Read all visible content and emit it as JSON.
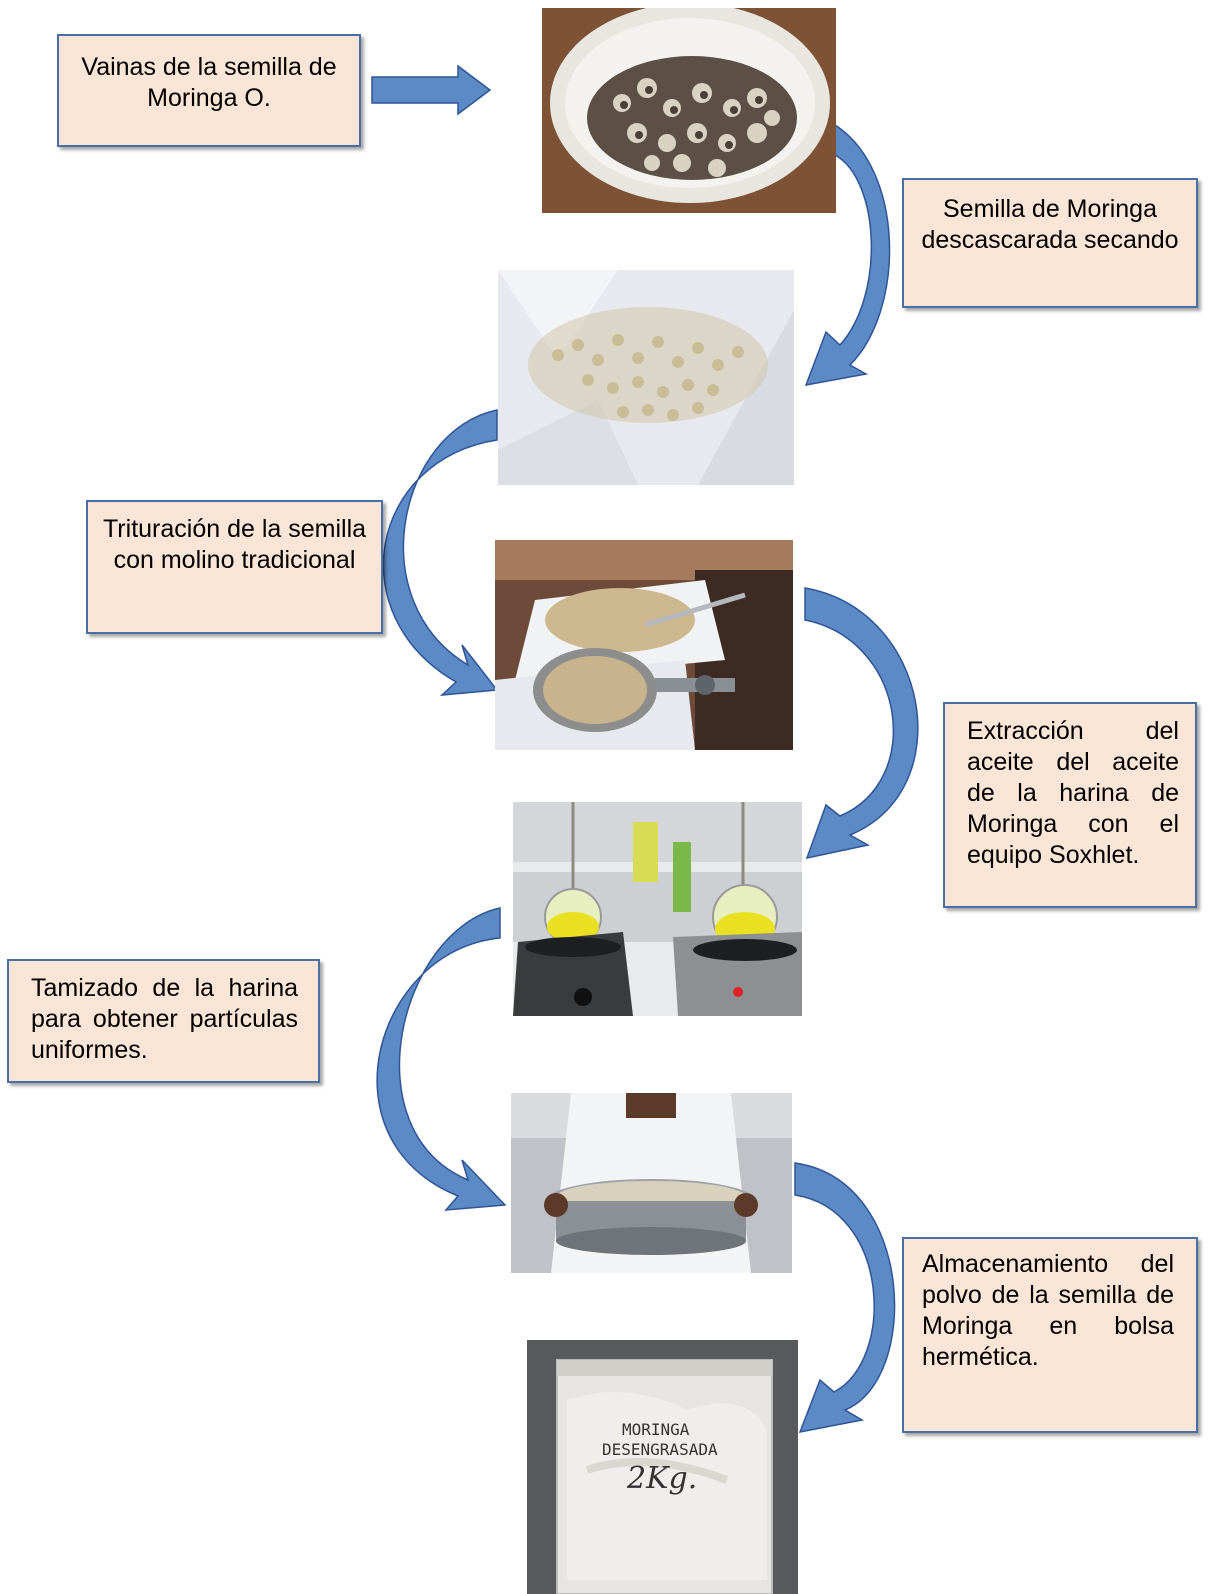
{
  "steps": [
    {
      "id": "step1",
      "text": "Vainas de la semilla de Moringa O."
    },
    {
      "id": "step2",
      "text": "Semilla de Moringa descascarada secando"
    },
    {
      "id": "step3",
      "text": "Trituración de la semilla con molino tradicional"
    },
    {
      "id": "step4",
      "text": "Extracción del aceite del aceite de la harina de Moringa con el equipo Soxhlet."
    },
    {
      "id": "step5",
      "text": "Tamizado de la harina para obtener partículas uniformes."
    },
    {
      "id": "step6",
      "text": "Almacenamiento del polvo de la semilla de Moringa en bolsa hermética."
    }
  ],
  "bag_label": {
    "line1": "MORINGA",
    "line2": "DESENGRASADA",
    "line3": "2Kg."
  },
  "colors": {
    "box_fill": "#fbe5d6",
    "box_border": "#4a6fa5",
    "arrow": "#5b8ac4",
    "arrow_edge": "#2f5597"
  }
}
